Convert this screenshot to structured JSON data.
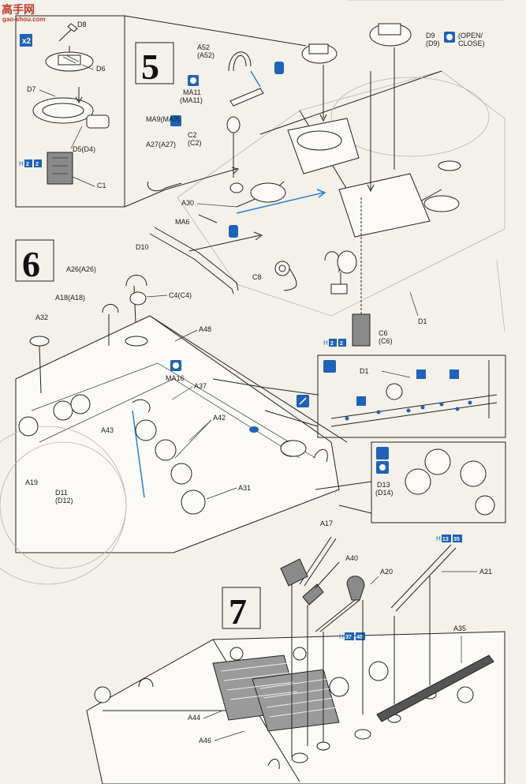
{
  "watermark": {
    "site_cn": "高手网",
    "url": "gao-shou.com"
  },
  "steps": [
    {
      "number": "5"
    },
    {
      "number": "6"
    },
    {
      "number": "7"
    }
  ],
  "inset_top_left": {
    "multiplier": "x2",
    "labels": {
      "d8": "D8",
      "d6": "D6",
      "d7": "D7",
      "d5": "D5(D4)",
      "c1": "C1"
    },
    "badge": {
      "h": "H",
      "n1": "2",
      "n2": "2"
    }
  },
  "step5": {
    "labels": {
      "a52": "A52",
      "a52b": "(A52)",
      "ma11": "MA11",
      "ma11b": "(MA11)",
      "ma9": "MA9(MA9)",
      "a27": "A27(A27)",
      "c2": "C2",
      "c2b": "(C2)",
      "a30": "A30",
      "ma6": "MA6",
      "d10": "D10",
      "d9": "D9",
      "d9b": "(D9)",
      "open_close": "(OPEN/",
      "open_close2": "CLOSE)",
      "c8": "C8",
      "c6": "C6",
      "c6b": "(C6)",
      "d1": "D1"
    },
    "badge_c6": {
      "h": "H",
      "n1": "2",
      "n2": "2"
    }
  },
  "step6": {
    "labels": {
      "a26": "A26(A26)",
      "a18": "A18(A18)",
      "c4": "C4(C4)",
      "a32": "A32",
      "a48": "A48",
      "ma16": "MA16",
      "a37": "A37",
      "a43": "A43",
      "a42": "A42",
      "a19": "A19",
      "d11": "D11",
      "d12": "(D12)",
      "a31": "A31"
    },
    "inset_d1": {
      "label": "D1"
    },
    "inset_d13": {
      "label": "D13",
      "label2": "(D14)"
    }
  },
  "step7": {
    "labels": {
      "a17": "A17",
      "a40": "A40",
      "a20": "A20",
      "a21": "A21",
      "a35": "A35",
      "a44": "A44",
      "a46": "A46"
    },
    "badge_a21": {
      "h": "H",
      "n1": "13",
      "n2": "35"
    },
    "badge_a20": {
      "h": "H",
      "n1": "37",
      "n2": "40"
    }
  },
  "colors": {
    "accent_blue": "#1e63b6",
    "arrow_blue": "#2b7fd4",
    "watermark_red": "#c0392b"
  }
}
